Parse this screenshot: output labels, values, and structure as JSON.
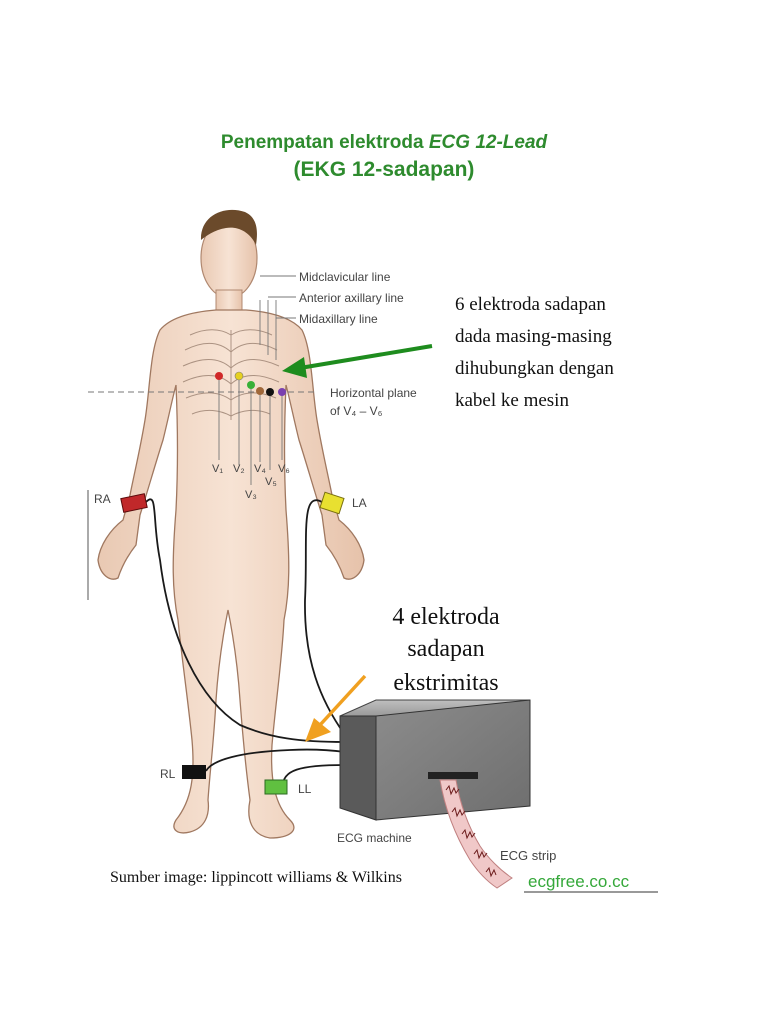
{
  "title": {
    "prefix": "Penempatan elektroda ",
    "italic": "ECG 12-Lead",
    "subtitle": "(EKG 12-sadapan)"
  },
  "chest_lines": {
    "midclavicular": "Midclavicular line",
    "anterior_axillary": "Anterior axillary line",
    "midaxillary": "Midaxillary line",
    "horizontal_plane": "Horizontal plane",
    "of_v4_v6": "of V₄ – V₆"
  },
  "leads": {
    "v1": "V₁",
    "v2": "V₂",
    "v3": "V₃",
    "v4": "V₄",
    "v5": "V₅",
    "v6": "V₆"
  },
  "limbs": {
    "ra": "RA",
    "la": "LA",
    "rl": "RL",
    "ll": "LL"
  },
  "chest_note": [
    "6 elektroda sadapan",
    "dada masing-masing",
    "dihubungkan dengan",
    "kabel ke mesin"
  ],
  "limb_note": [
    "4 elektroda",
    "sadapan",
    "ekstrimitas"
  ],
  "machine_label": "ECG machine",
  "strip_label": "ECG strip",
  "source": "Sumber image: lippincott williams & Wilkins",
  "watermark": "ecgfree.co.cc",
  "colors": {
    "title": "#2e8b2e",
    "arrow_green": "#1e8c1e",
    "arrow_orange": "#f0a020",
    "ra": "#c0282a",
    "la": "#e8e030",
    "rl": "#111111",
    "ll": "#60c040"
  }
}
